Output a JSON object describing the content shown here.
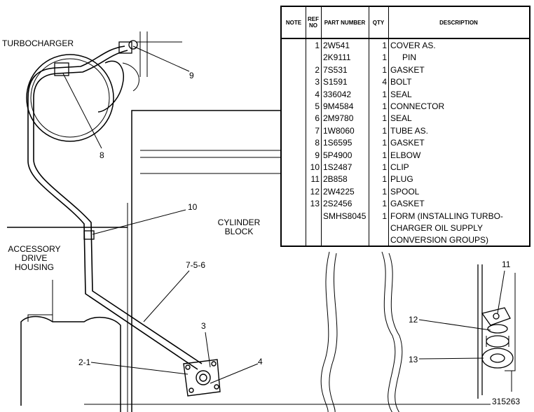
{
  "labels": {
    "turbocharger": "TURBOCHARGER",
    "cylinder_block_1": "CYLINDER",
    "cylinder_block_2": "BLOCK",
    "accessory_1": "ACCESSORY",
    "accessory_2": "DRIVE",
    "accessory_3": "HOUSING",
    "figure_number": "315263"
  },
  "callouts": {
    "c9": "9",
    "c8": "8",
    "c10": "10",
    "c7_5_6": "7-5-6",
    "c3": "3",
    "c2_1": "2-1",
    "c4": "4",
    "c11": "11",
    "c12": "12",
    "c13": "13"
  },
  "table": {
    "headers": {
      "note": "NOTE",
      "ref": "REF NO",
      "part": "PART NUMBER",
      "qty": "QTY",
      "desc": "DESCRIPTION"
    },
    "rows": [
      {
        "ref": "1",
        "part": "2W541",
        "qty": "1",
        "desc": "COVER AS."
      },
      {
        "ref": "",
        "part": "2K9111",
        "qty": "1",
        "desc": "PIN"
      },
      {
        "ref": "2",
        "part": "7S531",
        "qty": "1",
        "desc": "GASKET"
      },
      {
        "ref": "3",
        "part": "S1591",
        "qty": "4",
        "desc": "BOLT"
      },
      {
        "ref": "4",
        "part": "336042",
        "qty": "1",
        "desc": "SEAL"
      },
      {
        "ref": "5",
        "part": "9M4584",
        "qty": "1",
        "desc": "CONNECTOR"
      },
      {
        "ref": "6",
        "part": "2M9780",
        "qty": "1",
        "desc": "SEAL"
      },
      {
        "ref": "7",
        "part": "1W8060",
        "qty": "1",
        "desc": "TUBE AS."
      },
      {
        "ref": "8",
        "part": "1S6595",
        "qty": "1",
        "desc": "GASKET"
      },
      {
        "ref": "9",
        "part": "5P4900",
        "qty": "1",
        "desc": "ELBOW"
      },
      {
        "ref": "10",
        "part": "1S2487",
        "qty": "1",
        "desc": "CLIP"
      },
      {
        "ref": "11",
        "part": "2B858",
        "qty": "1",
        "desc": "PLUG"
      },
      {
        "ref": "12",
        "part": "2W4225",
        "qty": "1",
        "desc": "SPOOL"
      },
      {
        "ref": "13",
        "part": "2S2456",
        "qty": "1",
        "desc": "GASKET"
      },
      {
        "ref": "",
        "part": "SMHS8045",
        "qty": "1",
        "desc": "FORM (INSTALLING TURBO-"
      },
      {
        "ref": "",
        "part": "",
        "qty": "",
        "desc": "CHARGER OIL SUPPLY"
      },
      {
        "ref": "",
        "part": "",
        "qty": "",
        "desc": "CONVERSION GROUPS)"
      }
    ]
  }
}
